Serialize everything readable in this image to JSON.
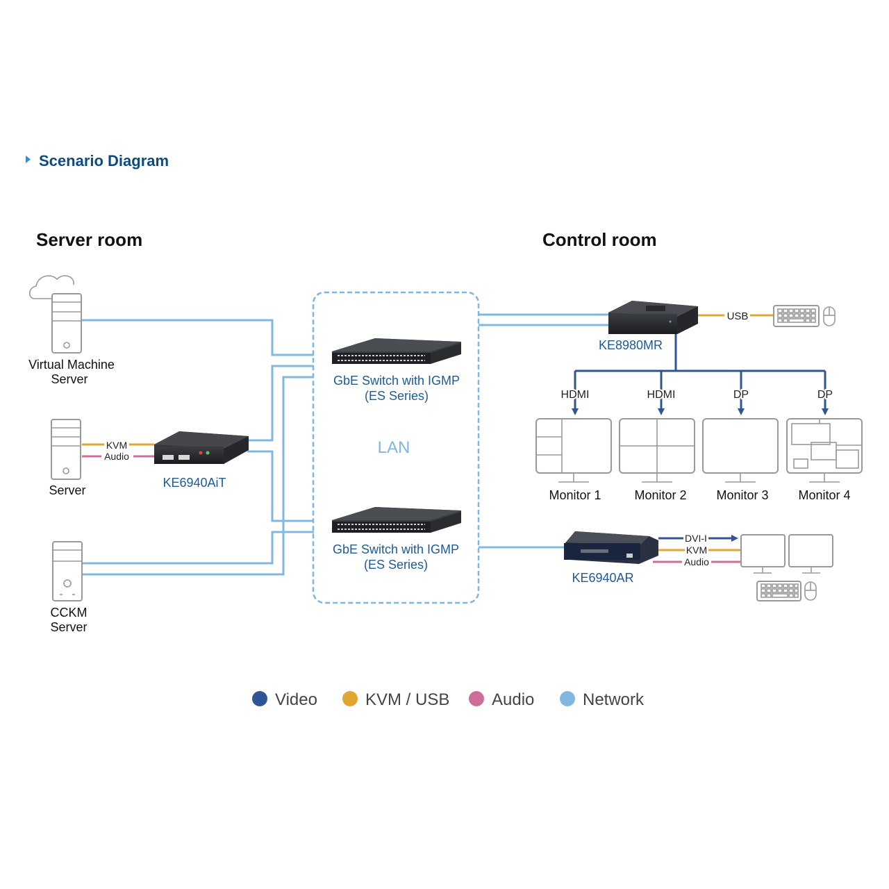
{
  "header": {
    "section_title": "Scenario Diagram"
  },
  "rooms": {
    "server_room": "Server room",
    "control_room": "Control room"
  },
  "server_room": {
    "vm_server": {
      "line1": "Virtual Machine",
      "line2": "Server"
    },
    "server": {
      "label": "Server"
    },
    "cckm_server": {
      "line1": "CCKM",
      "line2": "Server"
    },
    "transmitter": {
      "label": "KE6940AiT"
    },
    "links": {
      "kvm": "KVM",
      "audio": "Audio"
    }
  },
  "lan": {
    "label": "LAN",
    "switches": [
      {
        "line1": "GbE Switch with IGMP",
        "line2": "(ES Series)"
      },
      {
        "line1": "GbE Switch with IGMP",
        "line2": "(ES Series)"
      }
    ]
  },
  "control_room": {
    "matrix_receiver": {
      "label": "KE8980MR",
      "usb_label": "USB"
    },
    "outputs": [
      {
        "port": "HDMI",
        "monitor": "Monitor 1"
      },
      {
        "port": "HDMI",
        "monitor": "Monitor 2"
      },
      {
        "port": "DP",
        "monitor": "Monitor 3"
      },
      {
        "port": "DP",
        "monitor": "Monitor 4"
      }
    ],
    "receiver": {
      "label": "KE6940AR",
      "links": {
        "video": "DVI-I",
        "kvm": "KVM",
        "audio": "Audio"
      }
    }
  },
  "legend": {
    "items": [
      {
        "label": "Video",
        "color": "#2f5597"
      },
      {
        "label": "KVM / USB",
        "color": "#e1a632"
      },
      {
        "label": "Audio",
        "color": "#cc6e98"
      },
      {
        "label": "Network",
        "color": "#82b8e0"
      }
    ]
  },
  "colors": {
    "title": "#0e4a80",
    "device_label": "#1f5a95",
    "lan_border": "#7fb6df",
    "icon_gray": "#999999"
  }
}
